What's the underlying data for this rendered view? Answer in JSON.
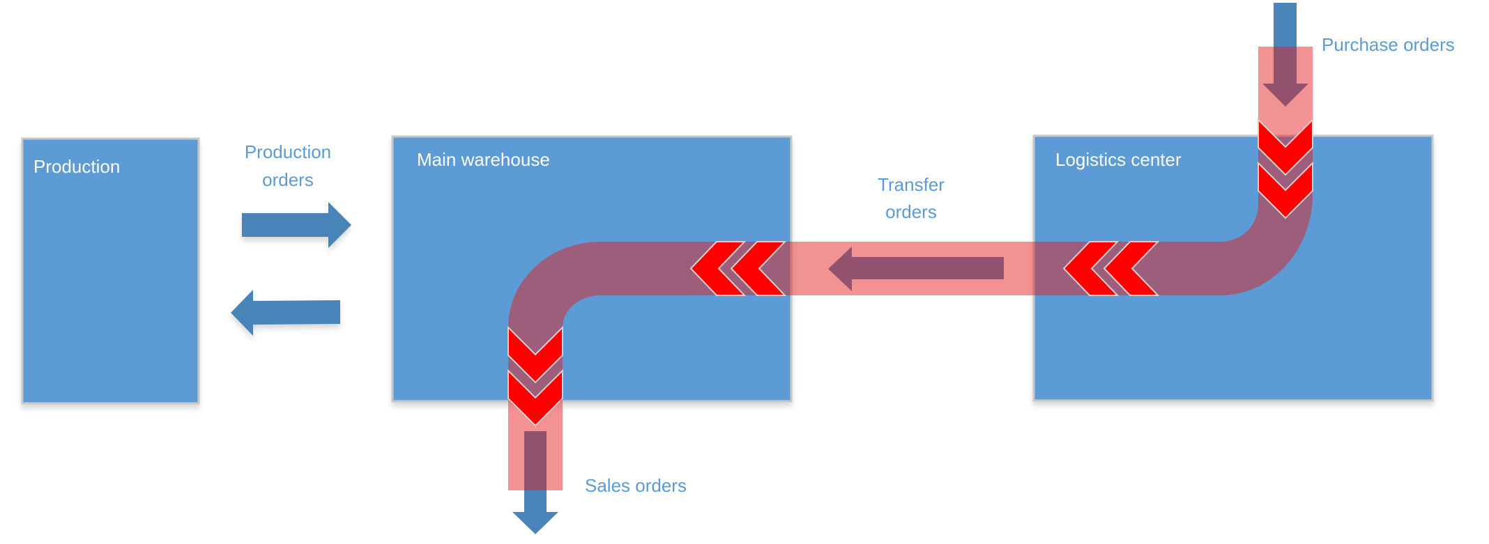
{
  "locations": {
    "production": "Production",
    "main_warehouse": "Main warehouse",
    "logistics_center": "Logistics center"
  },
  "flows": {
    "production_orders": [
      "Production",
      "orders"
    ],
    "transfer_orders": [
      "Transfer",
      "orders"
    ],
    "purchase_orders": "Purchase orders",
    "sales_orders": "Sales orders"
  },
  "colors": {
    "box": "#5B9BD5",
    "flow_band": "#E41C1C",
    "arrow": "#4A84B8",
    "chevron": "#FF0000"
  }
}
